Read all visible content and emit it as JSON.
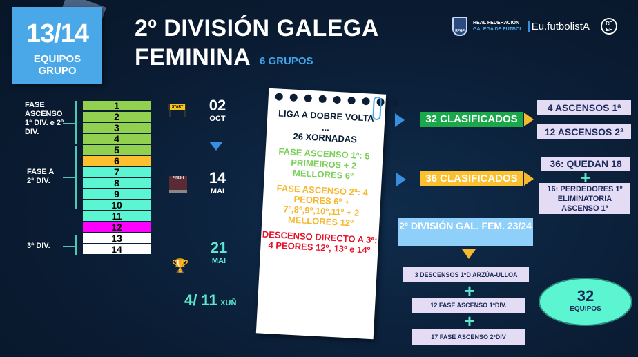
{
  "badge": {
    "number": "13/14",
    "line1": "EQUIPOS",
    "line2": "GRUPO"
  },
  "title": {
    "line1": "2º DIVISIÓN GALEGA",
    "line2": "FEMININA",
    "groups": "6 GRUPOS"
  },
  "logos": {
    "rfgf": "REAL FEDERACIÓN",
    "rfgf2": "GALEGA DE FÚTBOL",
    "rfgf_badge": "RFGF",
    "eu": "Eu.futbolistA",
    "rfef": "RF EF"
  },
  "standings": [
    {
      "pos": "1",
      "color": "#92d050"
    },
    {
      "pos": "2",
      "color": "#92d050"
    },
    {
      "pos": "3",
      "color": "#92d050"
    },
    {
      "pos": "4",
      "color": "#92d050"
    },
    {
      "pos": "5",
      "color": "#92d050"
    },
    {
      "pos": "6",
      "color": "#fcc02e"
    },
    {
      "pos": "7",
      "color": "#5cf5d2"
    },
    {
      "pos": "8",
      "color": "#5cf5d2"
    },
    {
      "pos": "9",
      "color": "#5cf5d2"
    },
    {
      "pos": "10",
      "color": "#5cf5d2"
    },
    {
      "pos": "11",
      "color": "#5cf5d2"
    },
    {
      "pos": "12",
      "color": "#ff00ff"
    },
    {
      "pos": "13",
      "color": "#ffffff"
    },
    {
      "pos": "14",
      "color": "#ffffff"
    }
  ],
  "groups": {
    "g1": "FASE ASCENSO 1ª DIV. e 2º DIV.",
    "g2": "FASE A 2ª DIV.",
    "g3": "3ª DIV."
  },
  "timeline": {
    "start_icon": "START",
    "d1": "02",
    "m1": "OCT",
    "finish_icon": "FINISH",
    "d2": "14",
    "m2": "MAI",
    "d3": "21",
    "m3": "MAI",
    "final": "4/ 11",
    "final_m": "XUÑ"
  },
  "note": {
    "l1": "LIGA A DOBRE VOLTA",
    "dots": "...",
    "l2": "26 XORNADAS",
    "asc1": "FASE ASCENSO 1ª: 5 PRIMEIROS + 2 MELLORES 6º",
    "asc2": "FASE ASCENSO 2ª: 4 PEORES 6º + 7º,8º,9º,10º,11º + 2 MELLORES 12º",
    "desc": "DESCENSO DIRECTO A 3ª: 4 PEORES 12º, 13º e 14º"
  },
  "right": {
    "clas1": "32 CLASIFICADOS",
    "asc1": "4 ASCENSOS 1ª",
    "asc2": "12 ASCENSOS 2ª",
    "clas2": "36 CLASIFICADOS",
    "quedan": "36: QUEDAN 18",
    "perd": "16: PERDEDORES 1º ELIMINATORIA ASCENSO 1ª",
    "next": "2º DIVISIÓN GAL. FEM. 23/24",
    "b1": "3 DESCENSOS 1ºD ARZÚA-ULLOA",
    "b2": "12 FASE ASCENSO 1ºDIV.",
    "b3": "17 FASE ASCENSO 2ºDIV",
    "total": "32",
    "total_l": "EQUIPOS"
  },
  "colors": {
    "green": "#1aa84a",
    "orange": "#fcc02e",
    "teal": "#5cf5d2",
    "blue": "#4aa8e8",
    "red": "#e8102a"
  }
}
